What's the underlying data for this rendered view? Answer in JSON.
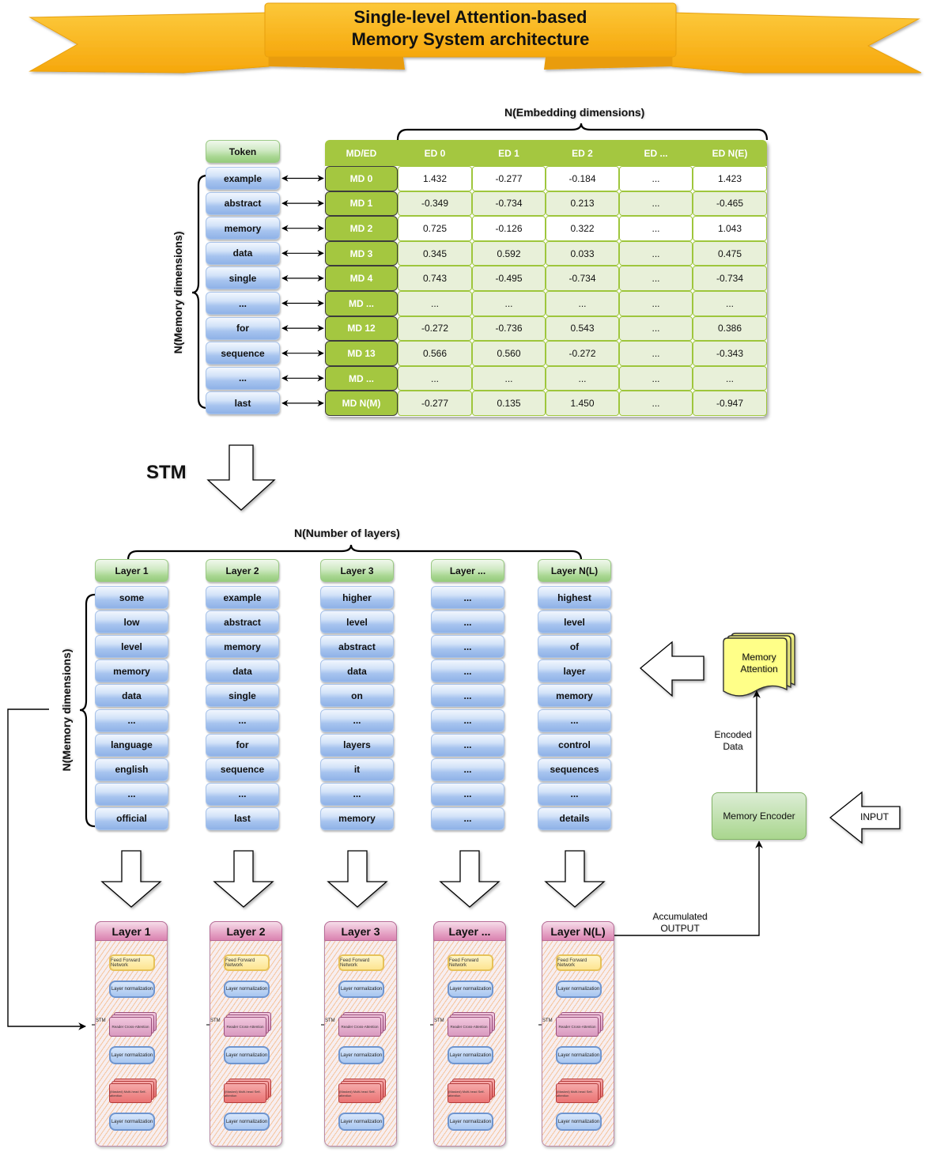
{
  "title": {
    "line1": "Single-level Attention-based",
    "line2": "Memory System architecture"
  },
  "top_section": {
    "embedding_brace_label": "N(Embedding dimensions)",
    "memory_brace_label": "N(Memory dimensions)",
    "token_header": "Token",
    "tokens": [
      "example",
      "abstract",
      "memory",
      "data",
      "single",
      "...",
      "for",
      "sequence",
      "...",
      "last"
    ],
    "table": {
      "corner": "MD/ED",
      "columns": [
        "ED 0",
        "ED 1",
        "ED 2",
        "ED ...",
        "ED N(E)"
      ],
      "rows": [
        {
          "label": "MD 0",
          "values": [
            "1.432",
            "-0.277",
            "-0.184",
            "...",
            "1.423"
          ]
        },
        {
          "label": "MD 1",
          "values": [
            "-0.349",
            "-0.734",
            "0.213",
            "...",
            "-0.465"
          ]
        },
        {
          "label": "MD 2",
          "values": [
            "0.725",
            "-0.126",
            "0.322",
            "...",
            "1.043"
          ]
        },
        {
          "label": "MD 3",
          "values": [
            "0.345",
            "0.592",
            "0.033",
            "...",
            "0.475"
          ]
        },
        {
          "label": "MD 4",
          "values": [
            "0.743",
            "-0.495",
            "-0.734",
            "...",
            "-0.734"
          ]
        },
        {
          "label": "MD ...",
          "values": [
            "...",
            "...",
            "...",
            "...",
            "..."
          ]
        },
        {
          "label": "MD 12",
          "values": [
            "-0.272",
            "-0.736",
            "0.543",
            "...",
            "0.386"
          ]
        },
        {
          "label": "MD 13",
          "values": [
            "0.566",
            "0.560",
            "-0.272",
            "...",
            "-0.343"
          ]
        },
        {
          "label": "MD ...",
          "values": [
            "...",
            "...",
            "...",
            "...",
            "..."
          ]
        },
        {
          "label": "MD N(M)",
          "values": [
            "-0.277",
            "0.135",
            "1.450",
            "...",
            "-0.947"
          ]
        }
      ]
    }
  },
  "stm_label": "STM",
  "layers_section": {
    "layers_brace_label": "N(Number of layers)",
    "memory_brace_label": "N(Memory dimensions)",
    "layers": [
      {
        "header": "Layer 1",
        "tokens": [
          "some",
          "low",
          "level",
          "memory",
          "data",
          "...",
          "language",
          "english",
          "...",
          "official"
        ]
      },
      {
        "header": "Layer 2",
        "tokens": [
          "example",
          "abstract",
          "memory",
          "data",
          "single",
          "...",
          "for",
          "sequence",
          "...",
          "last"
        ]
      },
      {
        "header": "Layer 3",
        "tokens": [
          "higher",
          "level",
          "abstract",
          "data",
          "on",
          "...",
          "layers",
          "it",
          "...",
          "memory"
        ]
      },
      {
        "header": "Layer ...",
        "tokens": [
          "...",
          "...",
          "...",
          "...",
          "...",
          "...",
          "...",
          "...",
          "...",
          "..."
        ]
      },
      {
        "header": "Layer N(L)",
        "tokens": [
          "highest",
          "level",
          "of",
          "layer",
          "memory",
          "...",
          "control",
          "sequences",
          "...",
          "details"
        ]
      }
    ]
  },
  "memory_flow": {
    "memory_attention": [
      "Memory",
      "Attention"
    ],
    "encoded_data": [
      "Encoded",
      "Data"
    ],
    "memory_encoder": "Memory Encoder",
    "input": "INPUT",
    "accumulated_output": [
      "Accumulated",
      "OUTPUT"
    ]
  },
  "decoder_blocks": {
    "headers": [
      "Layer 1",
      "Layer 2",
      "Layer 3",
      "Layer ...",
      "Layer N(L)"
    ],
    "feed_forward": "Feed Forward Network",
    "layer_norm": "Layer normalization",
    "cross_attention": "Reader Cross-Attention",
    "self_attention": "(Masked) Multi-head Self-attention",
    "stm_input": "STM"
  },
  "colors": {
    "table_green": "#a4c740",
    "cell_light_green": "#e8f0d9",
    "banner_orange": "#f8b41c",
    "memory_attention_yellow": "#ffff88",
    "encoder_green": "#a9d68e"
  }
}
